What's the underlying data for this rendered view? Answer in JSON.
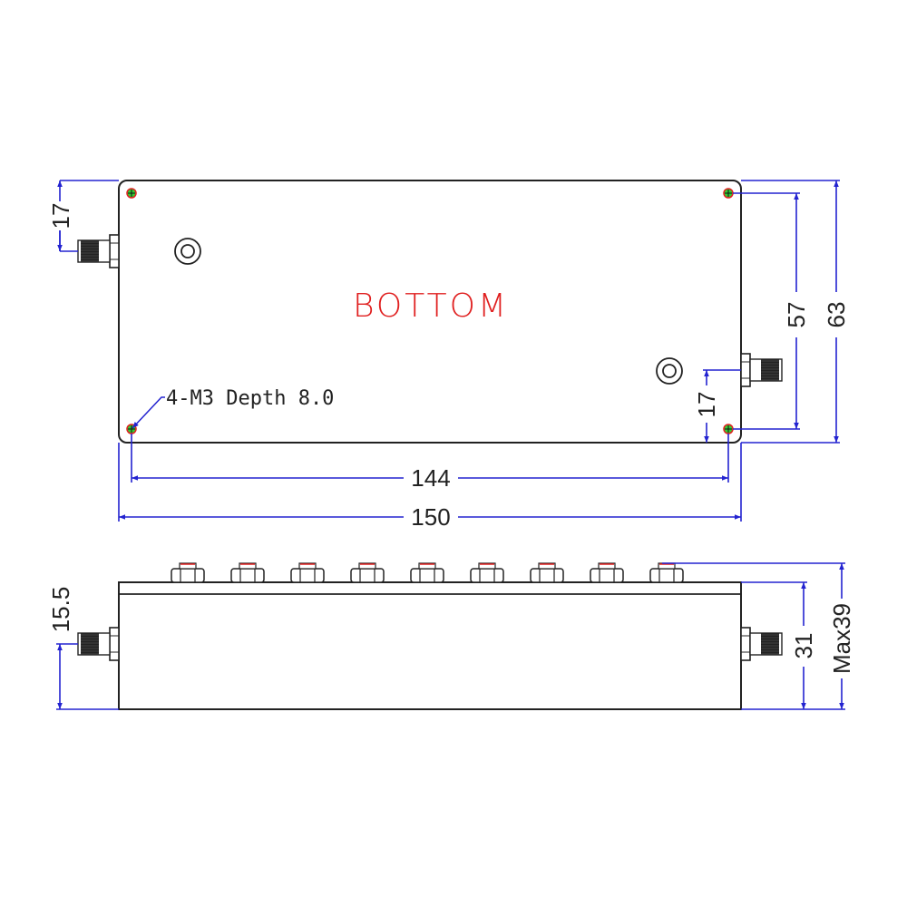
{
  "top_view": {
    "label": "BOTTOM",
    "hole_note": "4-M3 Depth 8.0",
    "dims": {
      "left_connector_offset": "17",
      "right_connector_offset": "17",
      "hole_spacing_x": "144",
      "length": "150",
      "hole_spacing_y": "57",
      "width": "63"
    }
  },
  "side_view": {
    "tuning_screw_count": 9,
    "dims": {
      "connector_height": "15.5",
      "body_height": "31",
      "max_height": "Max39"
    }
  },
  "colors": {
    "dimension": "#2323d0",
    "label": "#e02020",
    "hole_fill": "#33cc33",
    "hole_outline": "#e02020"
  }
}
